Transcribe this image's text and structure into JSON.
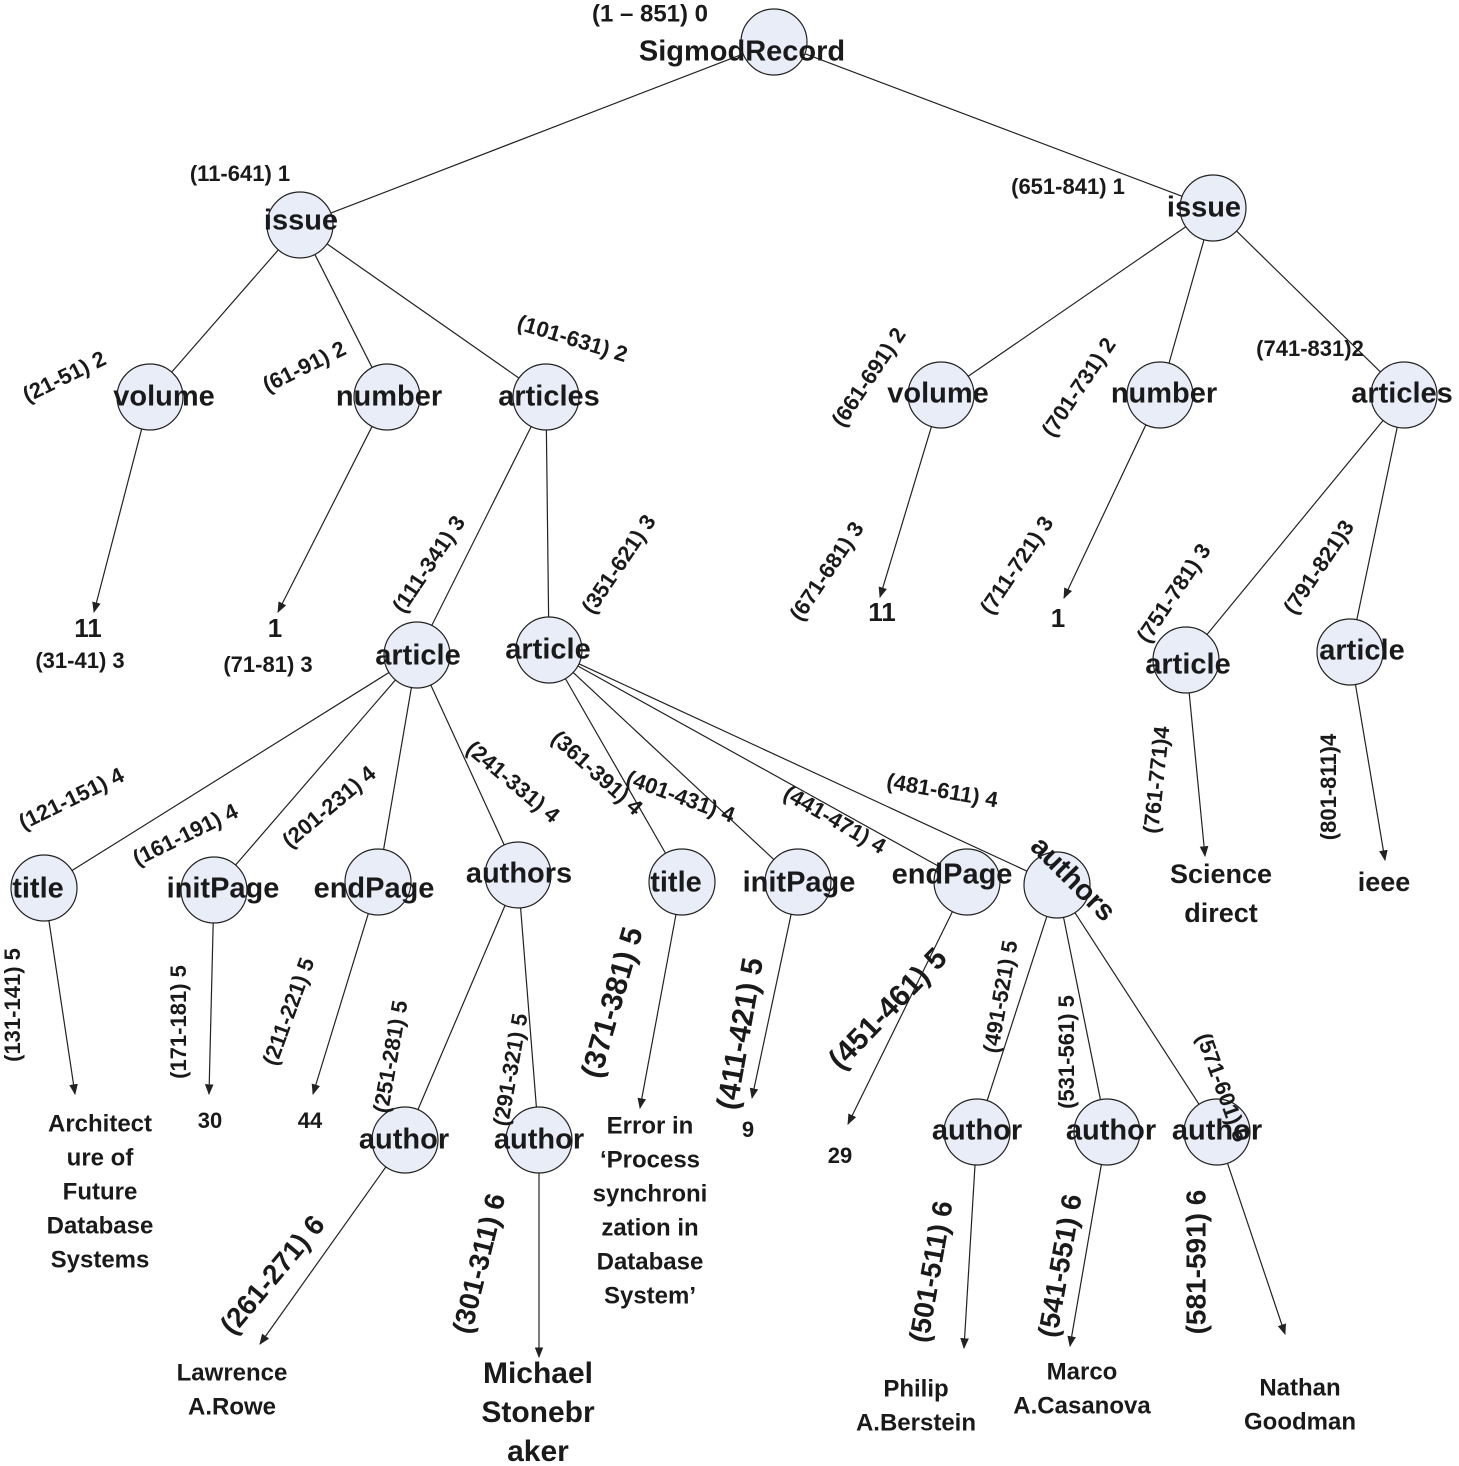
{
  "nodes": {
    "root": {
      "name": "SigmodRecord",
      "label": "(1 – 851) 0"
    },
    "issue1": {
      "name": "issue",
      "label": "(11-641) 1"
    },
    "issue2": {
      "name": "issue",
      "label": "(651-841) 1"
    },
    "volume1": {
      "name": "volume",
      "label": "(21-51) 2"
    },
    "number1": {
      "name": "number",
      "label": "(61-91) 2"
    },
    "articles1": {
      "name": "articles",
      "label": "(101-631) 2"
    },
    "volume2": {
      "name": "volume",
      "label": "(661-691) 2"
    },
    "number2": {
      "name": "number",
      "label": "(701-731) 2"
    },
    "articles2": {
      "name": "articles",
      "label": "(741-831)2"
    },
    "article1": {
      "name": "article",
      "label": "(111-341) 3"
    },
    "article2": {
      "name": "article",
      "label": "(351-621) 3"
    },
    "article3": {
      "name": "article",
      "label": "(751-781) 3"
    },
    "article4": {
      "name": "article",
      "label": "(791-821)3"
    },
    "title1": {
      "name": "title",
      "label": "(121-151) 4"
    },
    "initPage1": {
      "name": "initPage",
      "label": "(161-191) 4"
    },
    "endPage1": {
      "name": "endPage",
      "label": "(201-231) 4"
    },
    "authors1": {
      "name": "authors",
      "label": "(241-331) 4"
    },
    "title2": {
      "name": "title",
      "label": "(361-391) 4"
    },
    "initPage2": {
      "name": "initPage",
      "label": "(401-431) 4"
    },
    "endPage2": {
      "name": "endPage",
      "label": "(441-471) 4"
    },
    "authors2": {
      "name": "authors",
      "label": "(481-611) 4"
    },
    "author1": {
      "name": "author",
      "label": "(251-281) 5"
    },
    "author2": {
      "name": "author",
      "label": "(291-321) 5"
    },
    "author3": {
      "name": "author",
      "label": "(491-521) 5"
    },
    "author4": {
      "name": "author",
      "label": "(531-561) 5"
    },
    "author5": {
      "name": "author",
      "label": "(571-601) 5"
    }
  },
  "values": {
    "v_volume1": {
      "lines": [
        "11"
      ],
      "label": "(31-41) 3"
    },
    "v_number1": {
      "lines": [
        "1"
      ],
      "label": "(71-81) 3"
    },
    "v_volume2": {
      "lines": [
        "11"
      ],
      "label": "(671-681) 3"
    },
    "v_number2": {
      "lines": [
        "1"
      ],
      "label": "(711-721) 3"
    },
    "v_article3": {
      "lines": [
        "Science",
        "direct"
      ],
      "label": "(761-771)4"
    },
    "v_article4": {
      "lines": [
        "ieee"
      ],
      "label": "(801-811)4"
    },
    "v_title1": {
      "lines": [
        "Architect",
        "ure of",
        "Future",
        "Database",
        "Systems"
      ],
      "label": "(131-141) 5"
    },
    "v_initPage1": {
      "lines": [
        "30"
      ],
      "label": "(171-181) 5"
    },
    "v_endPage1": {
      "lines": [
        "44"
      ],
      "label": "(211-221) 5"
    },
    "v_title2": {
      "lines": [
        "Error in",
        "‘Process",
        "synchroni",
        "zation in",
        "Database",
        "System’"
      ],
      "label": "(371-381) 5"
    },
    "v_initPage2": {
      "lines": [
        "9"
      ],
      "label": "(411-421) 5"
    },
    "v_endPage2": {
      "lines": [
        "29"
      ],
      "label": "(451-461) 5"
    },
    "v_author1": {
      "lines": [
        "Lawrence",
        "A.Rowe"
      ],
      "label": "(261-271) 6"
    },
    "v_author2": {
      "lines": [
        "Michael",
        "Stonebr",
        "aker"
      ],
      "label": "(301-311) 6"
    },
    "v_author3": {
      "lines": [
        "Philip",
        "A.Berstein"
      ],
      "label": "(501-511) 6"
    },
    "v_author4": {
      "lines": [
        "Marco",
        "A.Casanova"
      ],
      "label": "(541-551) 6"
    },
    "v_author5": {
      "lines": [
        "Nathan",
        "Goodman"
      ],
      "label": "(581-591) 6"
    }
  }
}
